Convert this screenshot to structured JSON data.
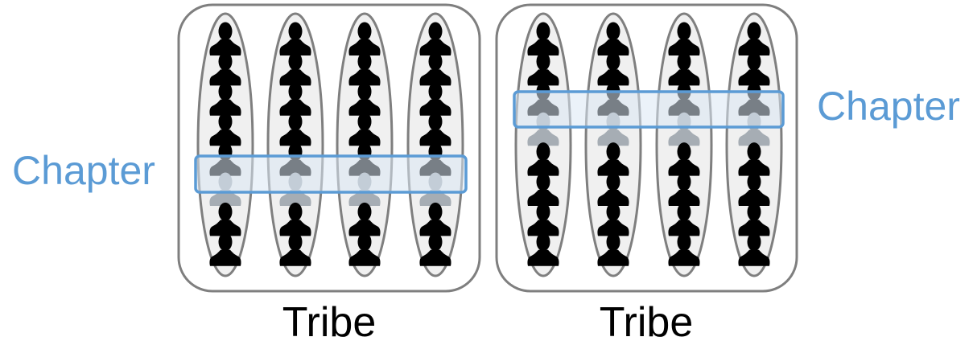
{
  "tribes": [
    {
      "label": "Tribe",
      "squad_count": 4,
      "people_per_squad": 8,
      "chapter": {
        "label": "Chapter",
        "member_row": 5
      }
    },
    {
      "label": "Tribe",
      "squad_count": 4,
      "people_per_squad": 8,
      "chapter": {
        "label": "Chapter",
        "member_row": 3
      }
    }
  ],
  "colors": {
    "tribe_border": "#7f7f7f",
    "squad_fill": "#f0f0f0",
    "squad_border": "#7f7f7f",
    "person": "#000000",
    "chapter_person": "#a6adb4",
    "chapter_fill": "#dbe7f4",
    "chapter_border": "#5b9bd5",
    "chapter_text": "#5b9bd5",
    "tribe_text": "#000000"
  },
  "icons": {
    "person": "person-icon"
  }
}
